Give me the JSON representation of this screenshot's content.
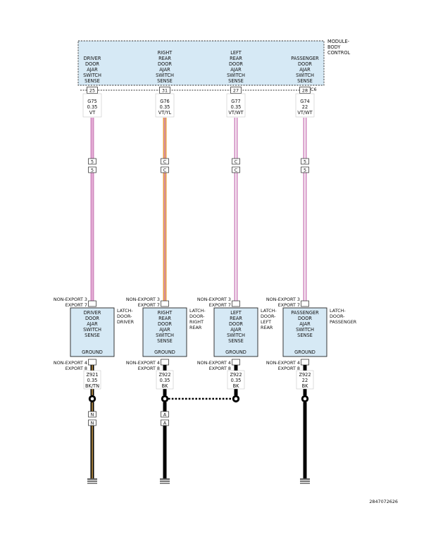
{
  "module": {
    "label_lines": [
      "MODULE-",
      "BODY",
      "CONTROL"
    ],
    "connector": "C6",
    "colors": {
      "fill": "#d6e9f5",
      "border": "#333333"
    }
  },
  "channels": [
    {
      "id": "driver",
      "module_pin_lines": [
        "DRIVER",
        "DOOR",
        "AJAR",
        "SWITCH",
        "SENSE"
      ],
      "pin": "25",
      "signal_wire": {
        "circuit": "G75",
        "size": "0.35",
        "color": "VT"
      },
      "inline_connector": "5",
      "switch_variant": [
        "NON-EXPORT 3",
        "EXPORT 7"
      ],
      "switch_text": [
        "DRIVER",
        "DOOR",
        "AJAR",
        "SWITCH",
        "SENSE"
      ],
      "switch_ground": "GROUND",
      "latch_label": [
        "LATCH-",
        "DOOR-",
        "DRIVER"
      ],
      "ground_variant": [
        "NON-EXPORT 4",
        "EXPORT 8"
      ],
      "ground_wire": {
        "circuit": "Z921",
        "size": "0.35",
        "color": "BK/TN"
      },
      "ground_connector": "N",
      "colors": {
        "wire_main": "#d08ac0",
        "wire_stripe": "#e9b6da",
        "ground_main": "#000000",
        "ground_stripe": "#c89a4a"
      }
    },
    {
      "id": "right-rear",
      "module_pin_lines": [
        "RIGHT",
        "REAR",
        "DOOR",
        "AJAR",
        "SWITCH",
        "SENSE"
      ],
      "pin": "31",
      "signal_wire": {
        "circuit": "G76",
        "size": "0.35",
        "color": "VT/YL"
      },
      "inline_connector": "C",
      "switch_variant": [
        "NON-EXPORT 3",
        "EXPORT 7"
      ],
      "switch_text": [
        "RIGHT",
        "REAR",
        "DOOR",
        "AJAR",
        "SWITCH",
        "SENSE"
      ],
      "switch_ground": "GROUND",
      "latch_label": [
        "LATCH-",
        "DOOR-",
        "RIGHT",
        "REAR"
      ],
      "ground_variant": [
        "NON-EXPORT 4",
        "EXPORT 8"
      ],
      "ground_wire": {
        "circuit": "Z922",
        "size": "0.35",
        "color": "BK"
      },
      "ground_connector": "A",
      "colors": {
        "wire_main": "#e8a040",
        "wire_stripe": "#d08ac0",
        "ground_main": "#000000",
        "ground_stripe": "#000000"
      }
    },
    {
      "id": "left-rear",
      "module_pin_lines": [
        "LEFT",
        "REAR",
        "DOOR",
        "AJAR",
        "SWITCH",
        "SENSE"
      ],
      "pin": "27",
      "signal_wire": {
        "circuit": "G77",
        "size": "0.35",
        "color": "VT/WT"
      },
      "inline_connector": "C",
      "switch_variant": [
        "NON-EXPORT 3",
        "EXPORT 7"
      ],
      "switch_text": [
        "LEFT",
        "REAR",
        "DOOR",
        "AJAR",
        "SWITCH",
        "SENSE"
      ],
      "switch_ground": "GROUND",
      "latch_label": [
        "LATCH-",
        "DOOR-",
        "LEFT",
        "REAR"
      ],
      "ground_variant": [
        "NON-EXPORT 4",
        "EXPORT 8"
      ],
      "ground_wire": {
        "circuit": "Z922",
        "size": "0.35",
        "color": "BK"
      },
      "ground_connector": "",
      "colors": {
        "wire_main": "#d08ac0",
        "wire_stripe": "#ffffff",
        "ground_main": "#000000",
        "ground_stripe": "#000000"
      }
    },
    {
      "id": "passenger",
      "module_pin_lines": [
        "PASSENGER",
        "DOOR",
        "AJAR",
        "SWITCH",
        "SENSE"
      ],
      "pin": "28",
      "signal_wire": {
        "circuit": "G74",
        "size": "22",
        "color": "VT/WT"
      },
      "inline_connector": "5",
      "switch_variant": [
        "NON-EXPORT 3",
        "EXPORT 7"
      ],
      "switch_text": [
        "PASSENGER",
        "DOOR",
        "AJAR",
        "SWITCH",
        "SENSE"
      ],
      "switch_ground": "GROUND",
      "latch_label": [
        "LATCH-",
        "DOOR-",
        "PASSENGER"
      ],
      "ground_variant": [
        "NON-EXPORT 4",
        "EXPORT 8"
      ],
      "ground_wire": {
        "circuit": "Z922",
        "size": "22",
        "color": "BK"
      },
      "ground_connector": "",
      "colors": {
        "wire_main": "#d08ac0",
        "wire_stripe": "#ffffff",
        "ground_main": "#000000",
        "ground_stripe": "#000000"
      }
    }
  ],
  "splice_link": {
    "from": "right-rear",
    "to": "left-rear"
  },
  "figure_id": "2847072626"
}
